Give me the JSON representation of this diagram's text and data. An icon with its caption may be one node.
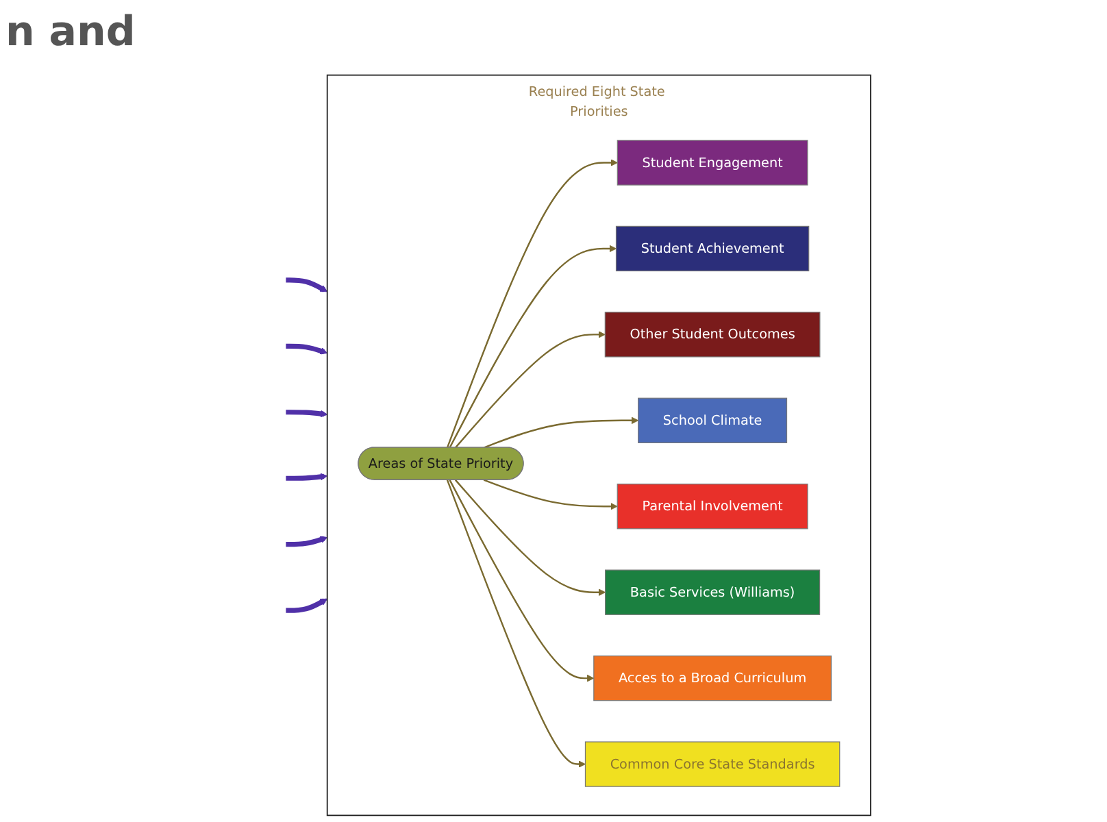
{
  "diagram": {
    "nodes": [
      {
        "text": [
          "Required Eight State Priorities"
        ]
      },
      {
        "text": [
          "Student Engagement"
        ],
        "in": 0
      },
      {
        "text": [
          "Student Achievement"
        ],
        "in": 0
      },
      {
        "text": [
          "Other Student Outcomes"
        ],
        "in": 0
      },
      {
        "text": [
          "School Climate"
        ],
        "in": 0
      },
      {
        "text": [
          "Areas of State Priority"
        ],
        "in": 0
      },
      {
        "text": [
          "Parental Involvement"
        ],
        "in": 0
      },
      {
        "text": [
          "Basic Services (Williams)"
        ],
        "in": 0
      },
      {
        "text": [
          "Acces to a Broad Curriculum"
        ],
        "in": 0
      },
      {
        "text": [
          "Common Core State Standards"
        ],
        "in": 0
      }
    ],
    "edges": [
      {
        "from": 5,
        "to": 1,
        "arrow": "to"
      },
      {
        "from": 5,
        "to": 2,
        "arrow": "to"
      },
      {
        "from": 5,
        "to": 3,
        "arrow": "to"
      },
      {
        "from": 5,
        "to": 4,
        "arrow": "to"
      },
      {
        "from": 5,
        "to": 6,
        "arrow": "to"
      },
      {
        "from": 5,
        "to": 7,
        "arrow": "to"
      },
      {
        "from": 5,
        "to": 8,
        "arrow": "to"
      },
      {
        "from": 5,
        "to": 9,
        "arrow": "to"
      },
      {
        "from": null,
        "to": 0,
        "arrow": "to",
        "style": "thick",
        "color": "#5030a8"
      },
      {
        "from": null,
        "to": 0,
        "arrow": "to",
        "style": "thick",
        "color": "#5030a8"
      },
      {
        "from": null,
        "to": 0,
        "arrow": "to",
        "style": "thick",
        "color": "#5030a8"
      },
      {
        "from": null,
        "to": 0,
        "arrow": "to",
        "style": "thick",
        "color": "#5030a8"
      },
      {
        "from": null,
        "to": 0,
        "arrow": "to",
        "style": "thick",
        "color": "#5030a8"
      },
      {
        "from": null,
        "to": 0,
        "arrow": "to",
        "style": "thick",
        "color": "#5030a8"
      }
    ],
    "labels": [
      "n and"
    ]
  }
}
